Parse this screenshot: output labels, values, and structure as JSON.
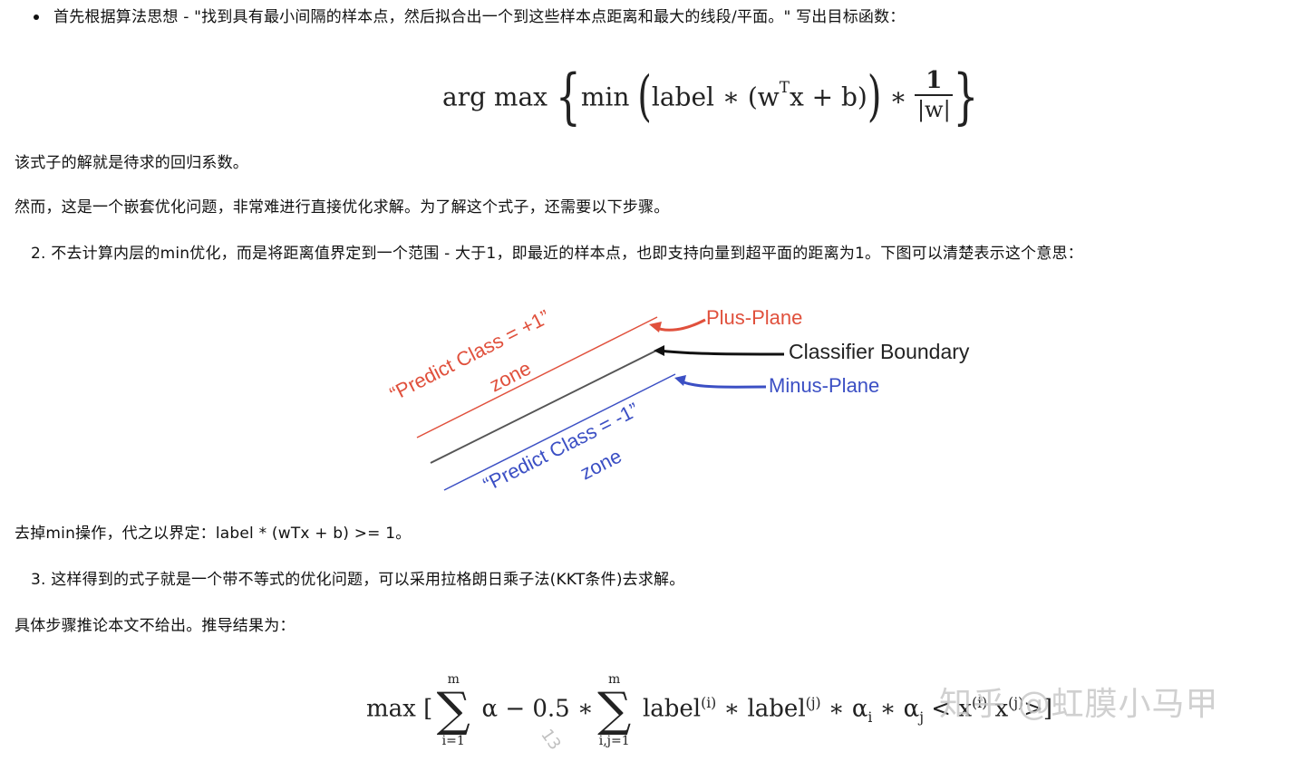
{
  "paragraphs": {
    "bullet1": "首先根据算法思想 - \"找到具有最小间隔的样本点，然后拟合出一个到这些样本点距离和最大的线段/平面。\" 写出目标函数：",
    "p1": "该式子的解就是待求的回归系数。",
    "p2": "然而，这是一个嵌套优化问题，非常难进行直接优化求解。为了解这个式子，还需要以下步骤。",
    "item2": "2. 不去计算内层的min优化，而是将距离值界定到一个范围 - 大于1，即最近的样本点，也即支持向量到超平面的距离为1。下图可以清楚表示这个意思：",
    "p3": "去掉min操作，代之以界定：label * (wTx + b) >= 1。",
    "item3": "3. 这样得到的式子就是一个带不等式的优化问题，可以采用拉格朗日乘子法(KKT条件)去求解。",
    "p4": "具体步骤推论本文不给出。推导结果为："
  },
  "formula1": {
    "argmax": "arg max",
    "min": "min",
    "label": "label",
    "star": "∗",
    "w": "(w",
    "T": "T",
    "rest": "x + b)",
    "numerator": "1",
    "denominator": "|w|"
  },
  "diagram": {
    "plus_zone": "“Predict Class = +1”",
    "plus_zone2": "zone",
    "minus_zone": "“Predict Class = -1”",
    "minus_zone2": "zone",
    "plus_plane": "Plus-Plane",
    "boundary": "Classifier Boundary",
    "minus_plane": "Minus-Plane",
    "colors": {
      "plus": "#e0503c",
      "boundary": "#555555",
      "minus": "#3b4fc4"
    }
  },
  "formula2": {
    "max": "max [",
    "sum_top": "m",
    "sum_bottom1": "i=1",
    "alpha": "α − 0.5 ∗",
    "sum_bottom2": "i,j=1",
    "label_i": "label",
    "sup_i": "(i)",
    "star": "∗",
    "label_j": "label",
    "sup_j": "(j)",
    "alpha_i": "∗ α",
    "sub_i": "i",
    "alpha_j": "∗ α",
    "sub_j": "j",
    "lt": "< x",
    "x_sup": "(i)",
    "x2": "x",
    "x2_sup": "(j)",
    "close": ">]"
  },
  "watermark": "知乎 @虹膜小马甲",
  "faint_mark": "13"
}
